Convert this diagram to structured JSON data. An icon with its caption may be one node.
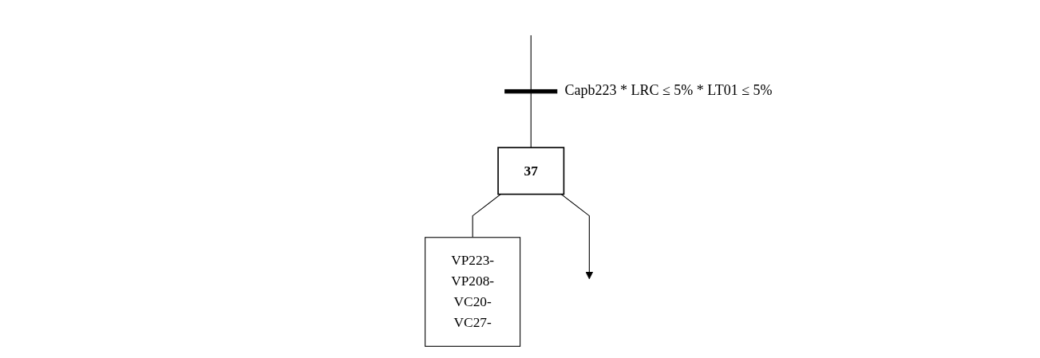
{
  "diagram": {
    "nodes": [
      {
        "text": [
          "37"
        ]
      },
      {
        "text": [
          "VP223-",
          "VP208-",
          "VC20-",
          "VC27-"
        ]
      },
      {
        "text": [],
        "shape": "bar",
        "beside": [
          "Capb223 * LRC ≤ 5% * LT01 ≤ 5%"
        ]
      }
    ],
    "edges": [
      {
        "from": null,
        "to": 2,
        "arrow": "none"
      },
      {
        "from": 2,
        "to": 0,
        "arrow": "none"
      },
      {
        "from": 0,
        "to": 1,
        "arrow": "none"
      },
      {
        "from": 0,
        "to": null,
        "arrow": "to"
      }
    ]
  }
}
